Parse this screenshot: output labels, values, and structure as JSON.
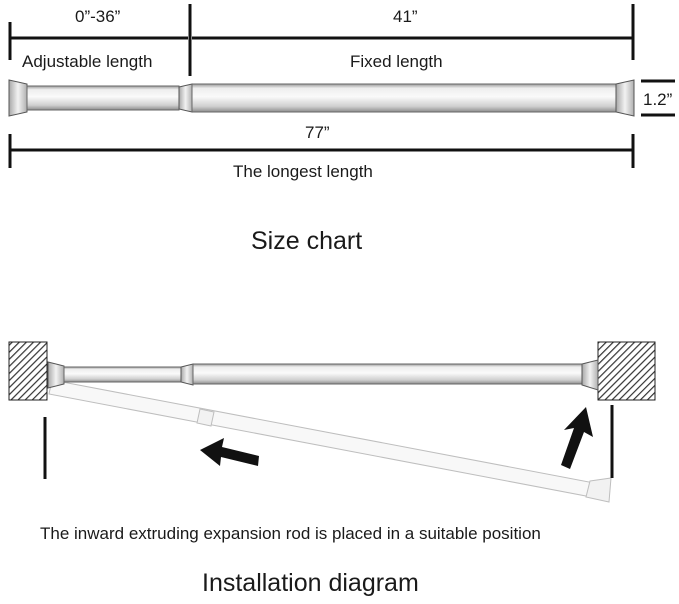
{
  "size_chart": {
    "adjustable_range": "0”-36”",
    "fixed_value": "41”",
    "adjustable_label": "Adjustable length",
    "fixed_label": "Fixed length",
    "diameter": "1.2”",
    "total_value": "77”",
    "total_label": "The longest length",
    "title": "Size chart"
  },
  "installation": {
    "note": "The inward extruding expansion rod is placed in a suitable position",
    "title": "Installation diagram"
  },
  "colors": {
    "line": "#111111",
    "rod_fill_light": "#fafafa",
    "rod_fill_mid": "#e2e2e2",
    "rod_fill_dark": "#b8b8b8",
    "rod_outline": "#555555",
    "ghost_rod": "#bdbdbd",
    "wall_hatch": "#333333"
  },
  "icons": {
    "arrow_left": "arrow-left-icon",
    "arrow_up": "arrow-up-icon",
    "wall_left": "wall-block-left",
    "wall_right": "wall-block-right"
  }
}
